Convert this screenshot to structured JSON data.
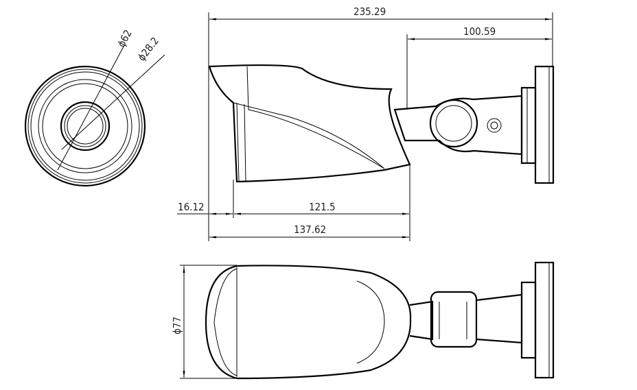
{
  "drawing": {
    "dimensions": {
      "overall_length": "235.29",
      "bracket_length": "100.59",
      "outer_diameter": "ϕ62",
      "lens_diameter": "ϕ28.2",
      "sunshield_offset": "16.12",
      "body_length": "121.5",
      "housing_length": "137.62",
      "width_diameter": "ϕ77"
    }
  }
}
